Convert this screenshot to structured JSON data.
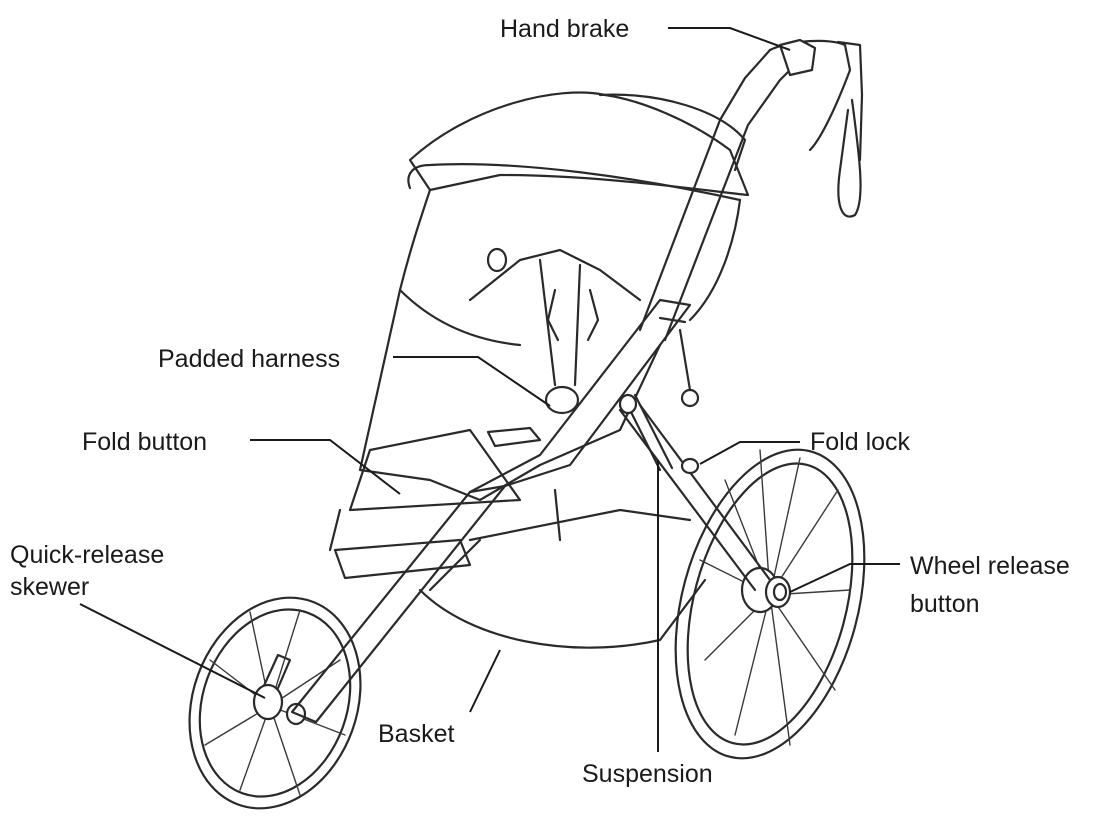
{
  "labels": {
    "hand_brake": "Hand brake",
    "padded_harness": "Padded harness",
    "fold_button": "Fold button",
    "fold_lock": "Fold lock",
    "quick_release_line1": "Quick-release",
    "quick_release_line2": "skewer",
    "wheel_release_line1": "Wheel release",
    "wheel_release_line2": "button",
    "basket": "Basket",
    "suspension": "Suspension"
  },
  "colors": {
    "line": "#2a2a2a",
    "text": "#1a1a1a",
    "background": "#ffffff"
  }
}
